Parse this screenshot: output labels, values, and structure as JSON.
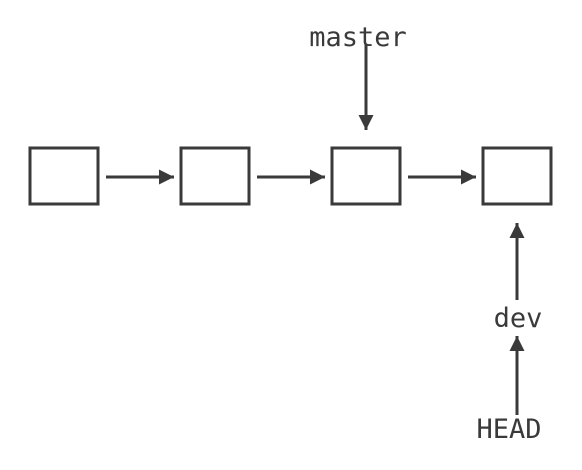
{
  "diagram": {
    "commit_count": 4,
    "pointers": {
      "master": "master",
      "dev": "dev",
      "head": "HEAD"
    },
    "colors": {
      "stroke": "#3a3a3a",
      "text": "#3a3a3a",
      "background": "#ffffff"
    }
  }
}
